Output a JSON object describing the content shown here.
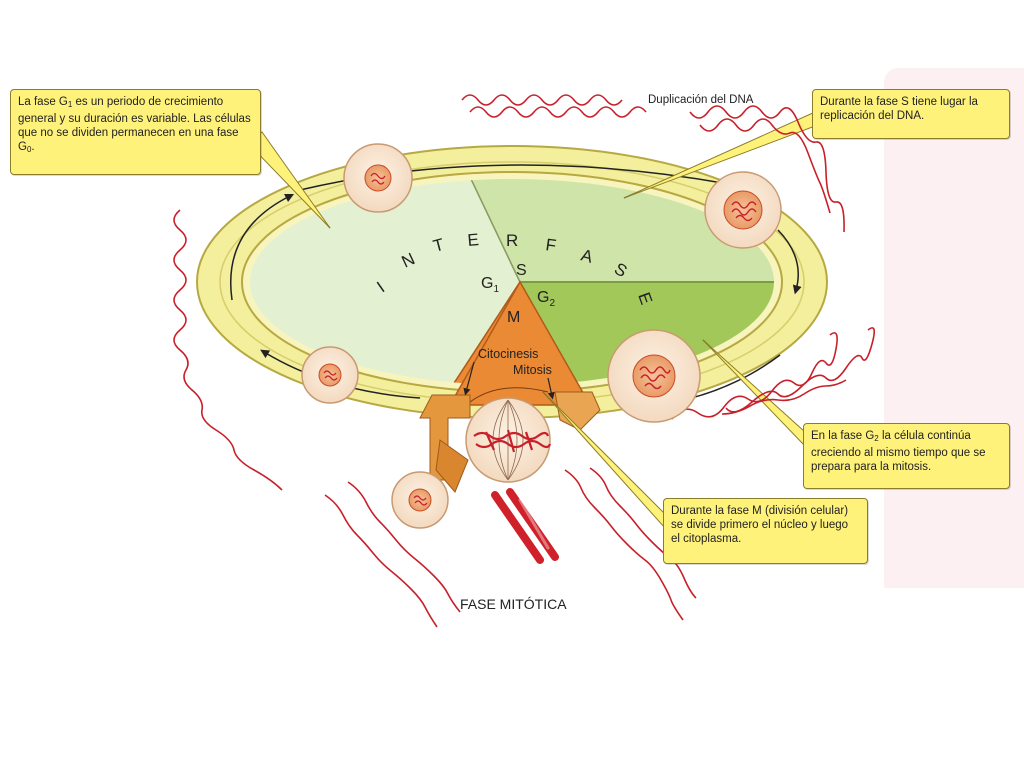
{
  "diagram": {
    "callouts": {
      "g1": {
        "before": "La fase G",
        "sub": "1",
        "after": " es un periodo de crecimiento general y su duración es variable. Las células que no se dividen permanecen en una fase G",
        "sub2": "0",
        "end": "."
      },
      "s": "Durante la fase S tiene lugar la replicación del DNA.",
      "g2": {
        "before": "En la fase G",
        "sub": "2",
        "after": " la célula continúa creciendo al mismo tiempo que se prepara para la mitosis."
      },
      "m": "Durante la fase M (división celular) se divide primero el núcleo y luego el citoplasma."
    },
    "labels": {
      "dna_duplication": "Duplicación del DNA",
      "mitotic_phase": "FASE MITÓTICA",
      "interfase_letters": [
        "I",
        "N",
        "T",
        "E",
        "R",
        "F",
        "A",
        "S",
        "E"
      ],
      "g1": "G1",
      "s": "S",
      "g2": "G2",
      "m": "M",
      "cytokinesis": "Citocinesis",
      "mitosis": "Mitosis"
    },
    "colors": {
      "g1_sector": "#e4f0d2",
      "s_sector": "#cfe4a9",
      "g2_sector": "#a3c85a",
      "m_sector": "#ea8a34",
      "ring": "#f4ef9a",
      "callout_bg": "#fff27a",
      "chromosome_red": "#d0202a"
    }
  }
}
